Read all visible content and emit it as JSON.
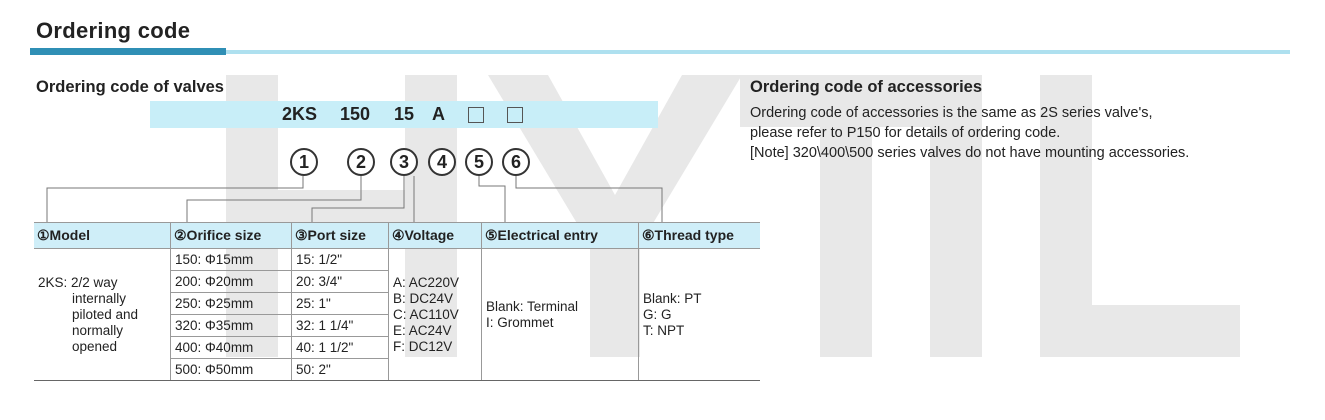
{
  "header": {
    "title": "Ordering code"
  },
  "valves": {
    "title": "Ordering code of valves",
    "code_segments": [
      "2KS",
      "150",
      "15",
      "A"
    ],
    "circle_numbers": [
      "1",
      "2",
      "3",
      "4",
      "5",
      "6"
    ]
  },
  "accessories": {
    "title": "Ordering code of accessories",
    "lines": [
      "Ordering code of accessories is the same as 2S series valve's,",
      "please refer to P150 for details of ordering code.",
      "[Note] 320\\400\\500 series valves do not have mounting accessories."
    ]
  },
  "table": {
    "headers": [
      "①Model",
      "②Orifice size",
      "③Port size",
      "④Voltage",
      "⑤Electrical entry",
      "⑥Thread type"
    ],
    "model_lines": [
      "2KS: 2/2 way",
      "internally",
      "piloted and",
      "normally",
      "opened"
    ],
    "orifice": [
      "150: Φ15mm",
      "200: Φ20mm",
      "250: Φ25mm",
      "320: Φ35mm",
      "400: Φ40mm",
      "500: Φ50mm"
    ],
    "port": [
      "15: 1/2\"",
      "20: 3/4\"",
      "25: 1\"",
      "32: 1 1/4\"",
      "40: 1 1/2\"",
      "50: 2\""
    ],
    "voltage_lines": [
      "A: AC220V",
      "B: DC24V",
      "C: AC110V",
      "E: AC24V",
      "F: DC12V"
    ],
    "entry_lines": [
      "Blank: Terminal",
      "I: Grommet"
    ],
    "thread_lines": [
      "Blank: PT",
      "G: G",
      "T: NPT"
    ]
  },
  "watermark": {
    "text": "HYTIL",
    "color": "#e6e6e6"
  },
  "colors": {
    "accent": "#2f8fb5",
    "accent_light": "#aee0ef",
    "band": "#c8eef8",
    "header_fill": "#cfeef8"
  }
}
